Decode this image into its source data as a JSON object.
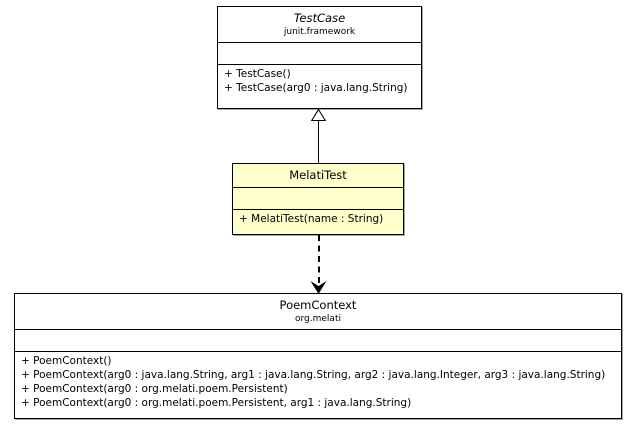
{
  "diagram": {
    "type": "uml-class-diagram",
    "background_color": "#ffffff",
    "line_color": "#000000",
    "highlight_fill": "#ffffcc",
    "plain_fill": "#ffffff"
  },
  "classes": {
    "testcase": {
      "name": "TestCase",
      "package": "junit.framework",
      "stereotype": "abstract",
      "attributes": [],
      "operations": [
        "+ TestCase()",
        "+ TestCase(arg0 : java.lang.String)"
      ]
    },
    "melatitest": {
      "name": "MelatiTest",
      "package": "",
      "stereotype": "class",
      "attributes": [],
      "operations": [
        "+ MelatiTest(name : String)"
      ]
    },
    "poemcontext": {
      "name": "PoemContext",
      "package": "org.melati",
      "stereotype": "class",
      "attributes": [],
      "operations": [
        "+ PoemContext()",
        "+ PoemContext(arg0 : java.lang.String, arg1 : java.lang.String, arg2 : java.lang.Integer, arg3 : java.lang.String)",
        "+ PoemContext(arg0 : org.melati.poem.Persistent)",
        "+ PoemContext(arg0 : org.melati.poem.Persistent, arg1 : java.lang.String)"
      ]
    }
  },
  "relationships": [
    {
      "id": "generalization",
      "kind": "generalization",
      "from": "melatitest",
      "to": "testcase",
      "line_style": "solid",
      "arrow_head": "hollow-triangle"
    },
    {
      "id": "dependency",
      "kind": "dependency",
      "from": "melatitest",
      "to": "poemcontext",
      "line_style": "dashed",
      "arrow_head": "open-arrow"
    }
  ]
}
